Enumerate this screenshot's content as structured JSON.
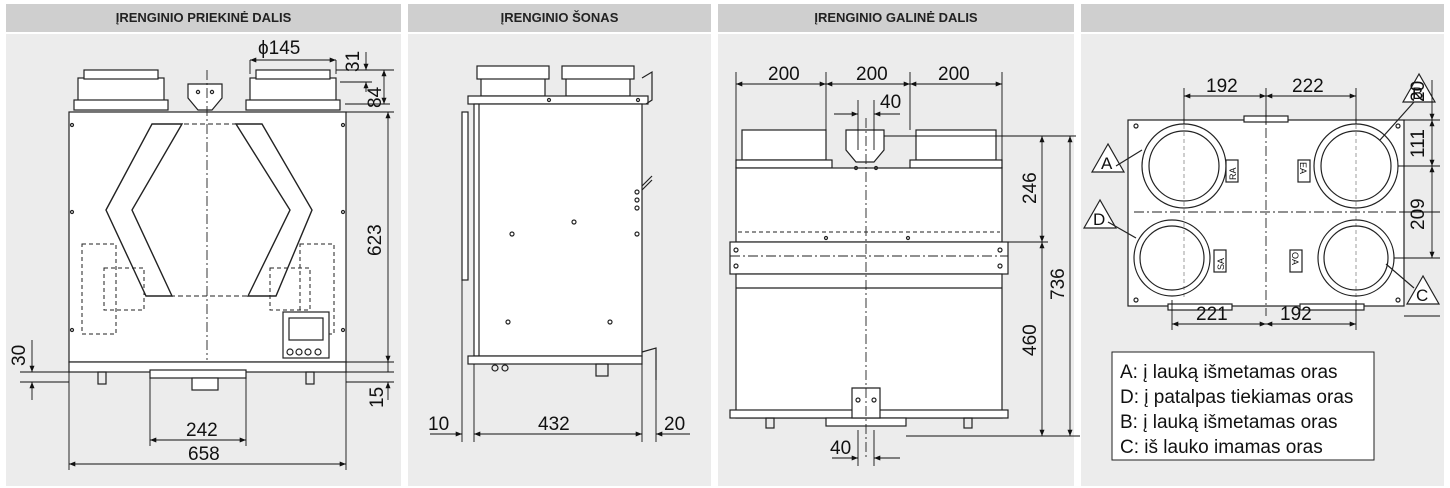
{
  "panels": {
    "front": {
      "title": "ĮRENGINIO PRIEKINĖ DALIS"
    },
    "side": {
      "title": "ĮRENGINIO ŠONAS"
    },
    "rear": {
      "title": "ĮRENGINIO GALINĖ DALIS"
    },
    "top": {
      "title": ""
    }
  },
  "front_dims": {
    "diameter": "ϕ145",
    "d31": "31",
    "d84": "84",
    "d623": "623",
    "d30": "30",
    "d15": "15",
    "d242": "242",
    "d658": "658"
  },
  "side_dims": {
    "d10": "10",
    "d432": "432",
    "d20": "20"
  },
  "rear_dims": {
    "w1": "200",
    "w2": "200",
    "w3": "200",
    "d40top": "40",
    "d246": "246",
    "d736": "736",
    "d460": "460",
    "d40bot": "40"
  },
  "top_dims": {
    "d192a": "192",
    "d222": "222",
    "d20": "20",
    "d111": "111",
    "d209": "209",
    "d221": "221",
    "d192b": "192"
  },
  "ports": {
    "A": "A",
    "B": "B",
    "C": "C",
    "D": "D",
    "RA": "RA",
    "EA": "EA",
    "SA": "SA",
    "OA": "OA"
  },
  "legend": [
    "A: į lauką išmetamas oras",
    "D: į patalpas tiekiamas oras",
    "B: į lauką išmetamas oras",
    "C: iš lauko imamas oras"
  ]
}
